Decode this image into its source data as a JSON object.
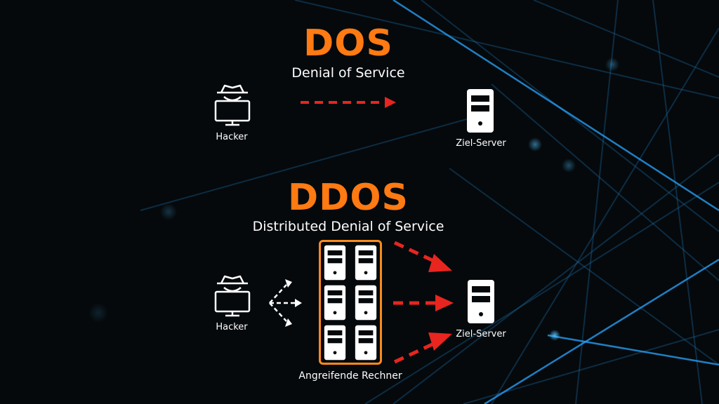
{
  "dos": {
    "title": "DOS",
    "subtitle": "Denial of Service",
    "hacker_label": "Hacker",
    "server_label": "Ziel-Server"
  },
  "ddos": {
    "title": "DDOS",
    "subtitle": "Distributed Denial of Service",
    "hacker_label": "Hacker",
    "server_label": "Ziel-Server",
    "bots_label": "Angreifende Rechner"
  },
  "colors": {
    "accent": "#ff7a12",
    "arrow": "#e8251f",
    "background": "#05090c",
    "network_lines": "#1c8fd6"
  },
  "icons": [
    "hacker-icon",
    "server-icon",
    "dashed-arrow",
    "split-arrow"
  ]
}
